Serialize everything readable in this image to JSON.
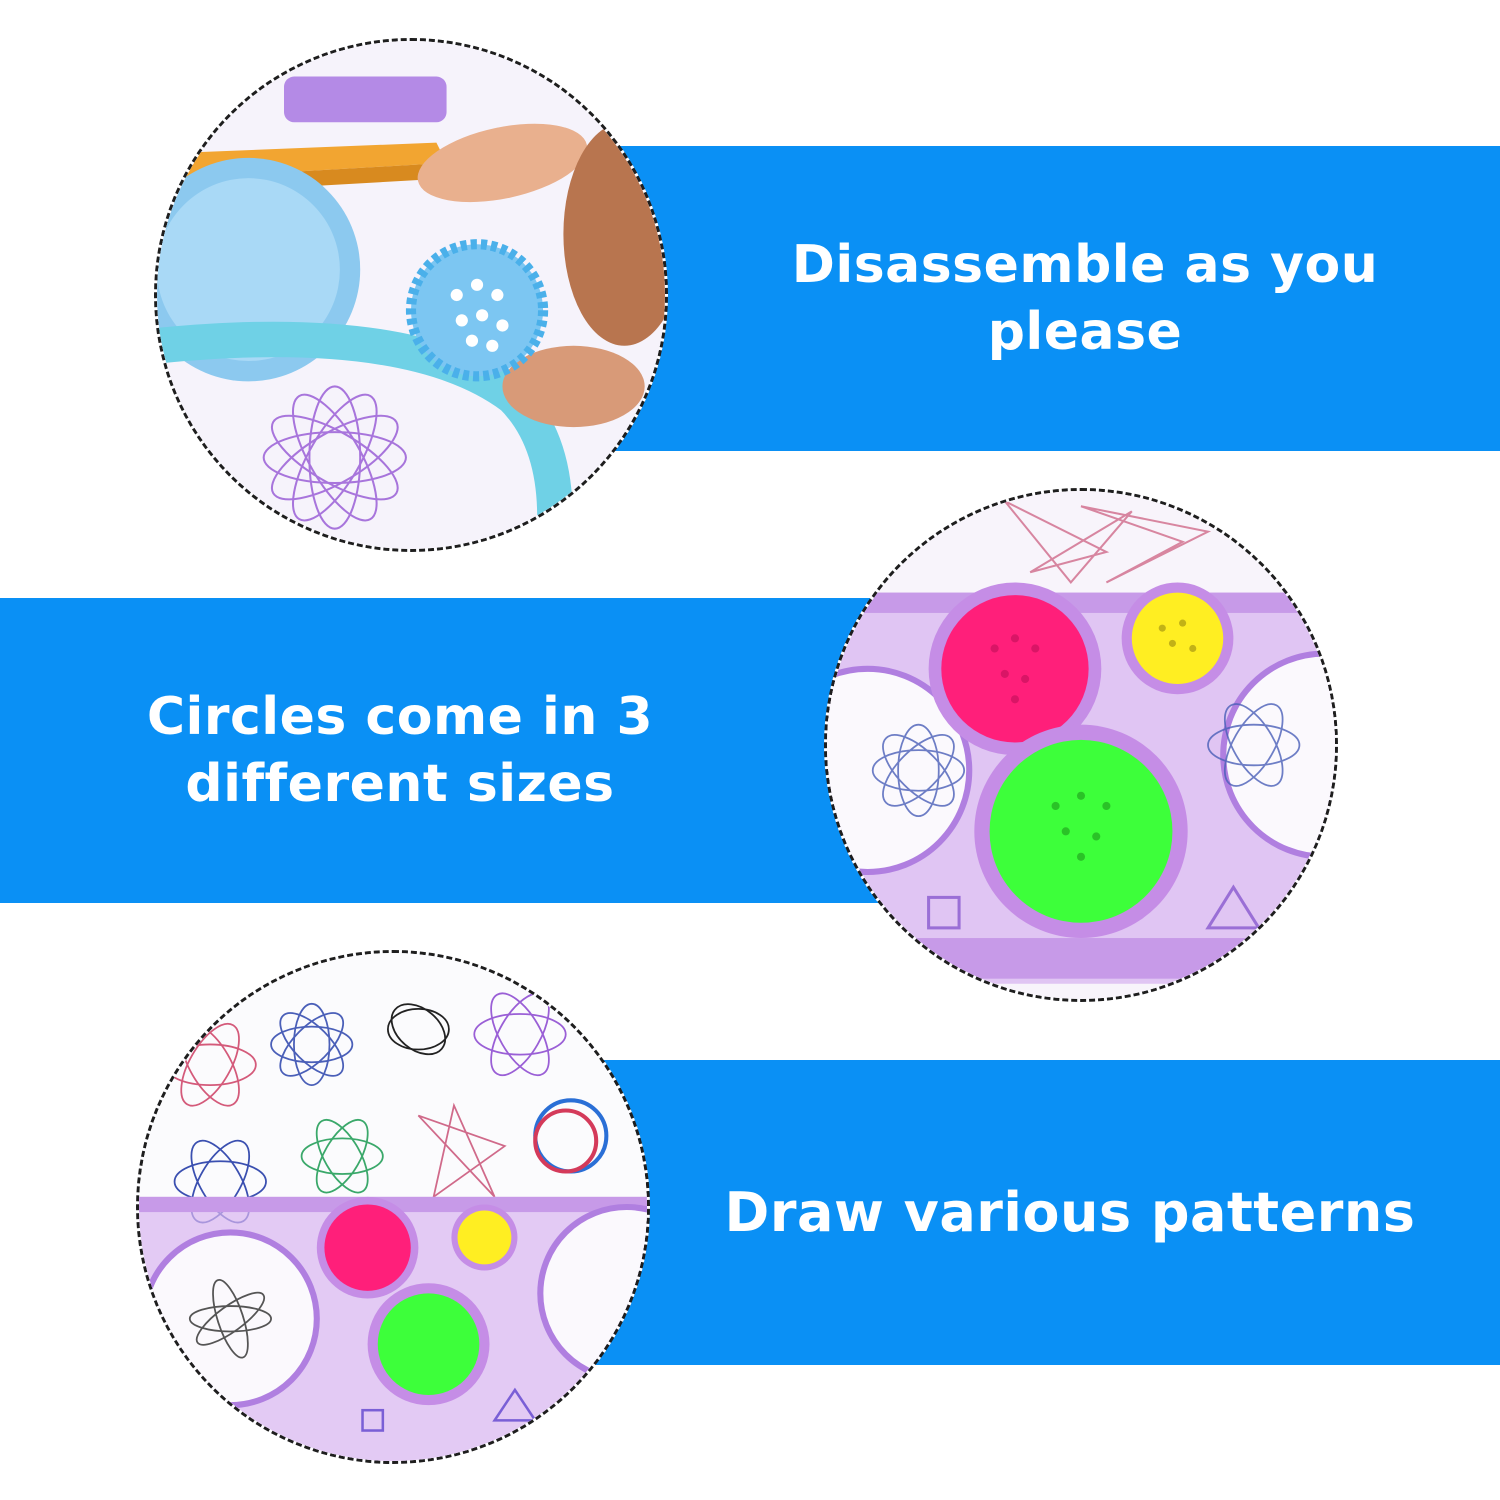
{
  "features": [
    {
      "text": "Disassemble as you please",
      "image": "spirograph-gear-in-hand-photo"
    },
    {
      "line1": "Circles come in 3",
      "line2": "different sizes",
      "image": "spirograph-three-gear-circles-photo"
    },
    {
      "text": "Draw various patterns",
      "image": "spirograph-patterns-drawing-photo"
    }
  ],
  "colors": {
    "band_blue": "#0a90f5",
    "text_white": "#ffffff",
    "gear_pink": "#ff1f7a",
    "gear_yellow": "#ffee22",
    "gear_green": "#3dff3a",
    "ruler_purple": "#c79ae8",
    "gear_light_blue": "#8cc9ef"
  }
}
